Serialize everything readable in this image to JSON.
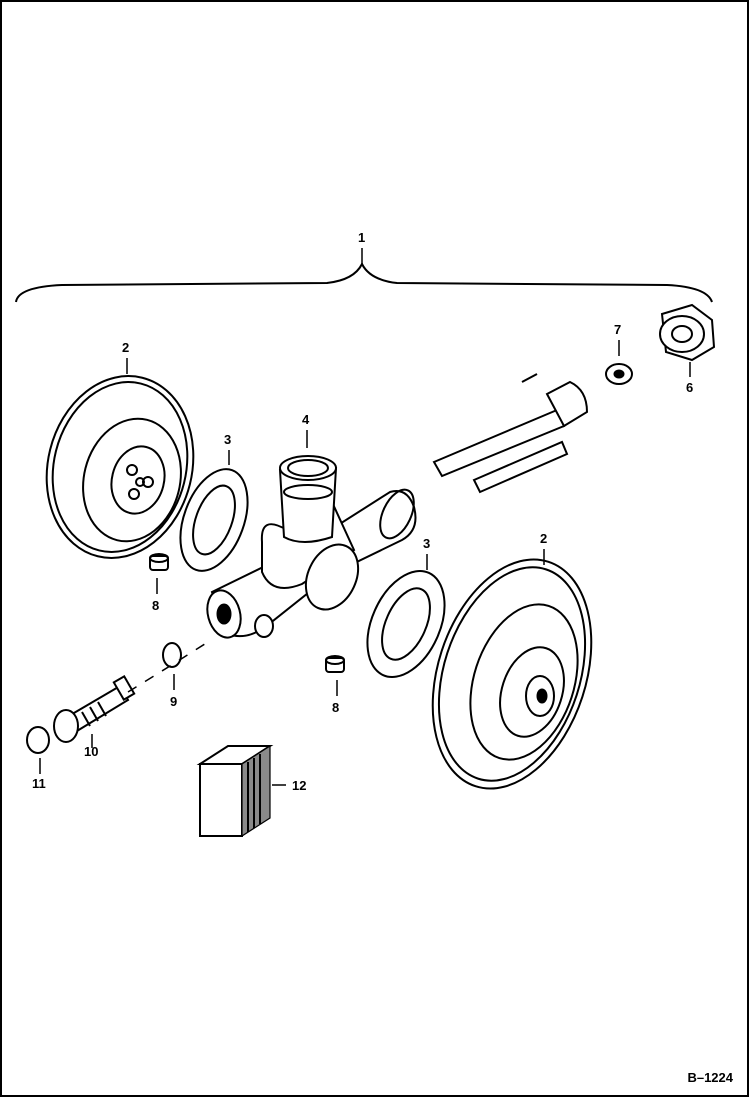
{
  "callouts": {
    "c1": "1",
    "c2a": "2",
    "c2b": "2",
    "c3a": "3",
    "c3b": "3",
    "c4": "4",
    "c6": "6",
    "c7": "7",
    "c8a": "8",
    "c8b": "8",
    "c9": "9",
    "c10": "10",
    "c11": "11",
    "c12": "12"
  },
  "reference": "B–1224",
  "colors": {
    "ink": "#000000",
    "paper": "#ffffff",
    "shade": "#8a8a8a"
  }
}
